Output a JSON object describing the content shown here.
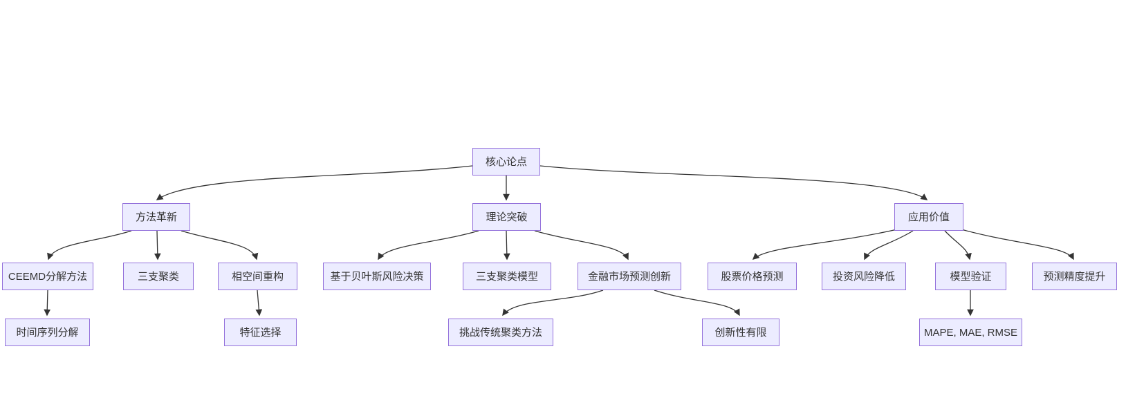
{
  "diagram": {
    "type": "flowchart",
    "direction": "top-down",
    "nodes": {
      "core_thesis": {
        "label": "核心论点"
      },
      "method_innovation": {
        "label": "方法革新"
      },
      "theoretical_breakthrough": {
        "label": "理论突破"
      },
      "application_value": {
        "label": "应用价值"
      },
      "ceemd_decomposition": {
        "label": "CEEMD分解方法"
      },
      "three_way_clustering": {
        "label": "三支聚类"
      },
      "phase_space_reconstruction": {
        "label": "相空间重构"
      },
      "bayesian_risk_decision": {
        "label": "基于贝叶斯风险决策"
      },
      "three_way_clustering_model": {
        "label": "三支聚类模型"
      },
      "financial_market_forecast_innovation": {
        "label": "金融市场预测创新"
      },
      "stock_price_prediction": {
        "label": "股票价格预测"
      },
      "investment_risk_reduction": {
        "label": "投资风险降低"
      },
      "model_validation": {
        "label": "模型验证"
      },
      "forecast_accuracy_improvement": {
        "label": "预测精度提升"
      },
      "time_series_decomposition": {
        "label": "时间序列分解"
      },
      "feature_selection": {
        "label": "特征选择"
      },
      "challenge_traditional_clustering": {
        "label": "挑战传统聚类方法"
      },
      "limited_innovation": {
        "label": "创新性有限"
      },
      "evaluation_metrics": {
        "label": "MAPE, MAE, RMSE"
      }
    },
    "edges": [
      {
        "from": "core_thesis",
        "to": "method_innovation"
      },
      {
        "from": "core_thesis",
        "to": "theoretical_breakthrough"
      },
      {
        "from": "core_thesis",
        "to": "application_value"
      },
      {
        "from": "method_innovation",
        "to": "ceemd_decomposition"
      },
      {
        "from": "method_innovation",
        "to": "three_way_clustering"
      },
      {
        "from": "method_innovation",
        "to": "phase_space_reconstruction"
      },
      {
        "from": "theoretical_breakthrough",
        "to": "bayesian_risk_decision"
      },
      {
        "from": "theoretical_breakthrough",
        "to": "three_way_clustering_model"
      },
      {
        "from": "theoretical_breakthrough",
        "to": "financial_market_forecast_innovation"
      },
      {
        "from": "application_value",
        "to": "stock_price_prediction"
      },
      {
        "from": "application_value",
        "to": "investment_risk_reduction"
      },
      {
        "from": "application_value",
        "to": "model_validation"
      },
      {
        "from": "application_value",
        "to": "forecast_accuracy_improvement"
      },
      {
        "from": "ceemd_decomposition",
        "to": "time_series_decomposition"
      },
      {
        "from": "phase_space_reconstruction",
        "to": "feature_selection"
      },
      {
        "from": "financial_market_forecast_innovation",
        "to": "challenge_traditional_clustering"
      },
      {
        "from": "financial_market_forecast_innovation",
        "to": "limited_innovation"
      },
      {
        "from": "model_validation",
        "to": "evaluation_metrics"
      }
    ],
    "colors": {
      "node_fill": "#ECECFF",
      "node_border": "#9370DB",
      "edge_line": "#333333",
      "node_text": "#333333",
      "background": "#FFFFFF"
    }
  }
}
